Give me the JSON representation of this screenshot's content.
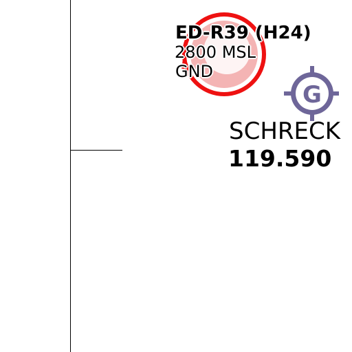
{
  "colors": {
    "restricted_area_border": "#ee1111",
    "restricted_area_fill": "#f4b4b4",
    "airfield_symbol": "#6e6699",
    "lines": "#000000",
    "background": "#ffffff"
  },
  "icons": {
    "restricted_area": "restricted-area-circle-icon",
    "airfield": "glider-airfield-icon"
  },
  "airspace": {
    "name": "ED-R39 (H24)",
    "upper_limit": "2800 MSL",
    "lower_limit": "GND"
  },
  "airfield": {
    "name": "SCHRECK",
    "frequency": "119.590",
    "symbol_letter": "G"
  }
}
